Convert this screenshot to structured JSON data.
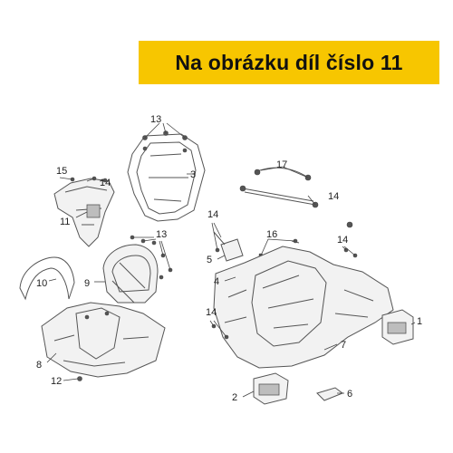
{
  "banner": {
    "text": "Na obrázku díl číslo 11"
  },
  "colors": {
    "banner_bg": "#f7c600",
    "line": "#555555"
  },
  "callouts": {
    "c1": "1",
    "c2": "2",
    "c3": "3",
    "c4": "4",
    "c5": "5",
    "c6": "6",
    "c7": "7",
    "c8": "8",
    "c9": "9",
    "c10": "10",
    "c11": "11",
    "c12": "12",
    "c13a": "13",
    "c13b": "13",
    "c14a": "14",
    "c14b": "14",
    "c14c": "14",
    "c14d": "14",
    "c14e": "14",
    "c15": "15",
    "c16": "16",
    "c17": "17"
  }
}
